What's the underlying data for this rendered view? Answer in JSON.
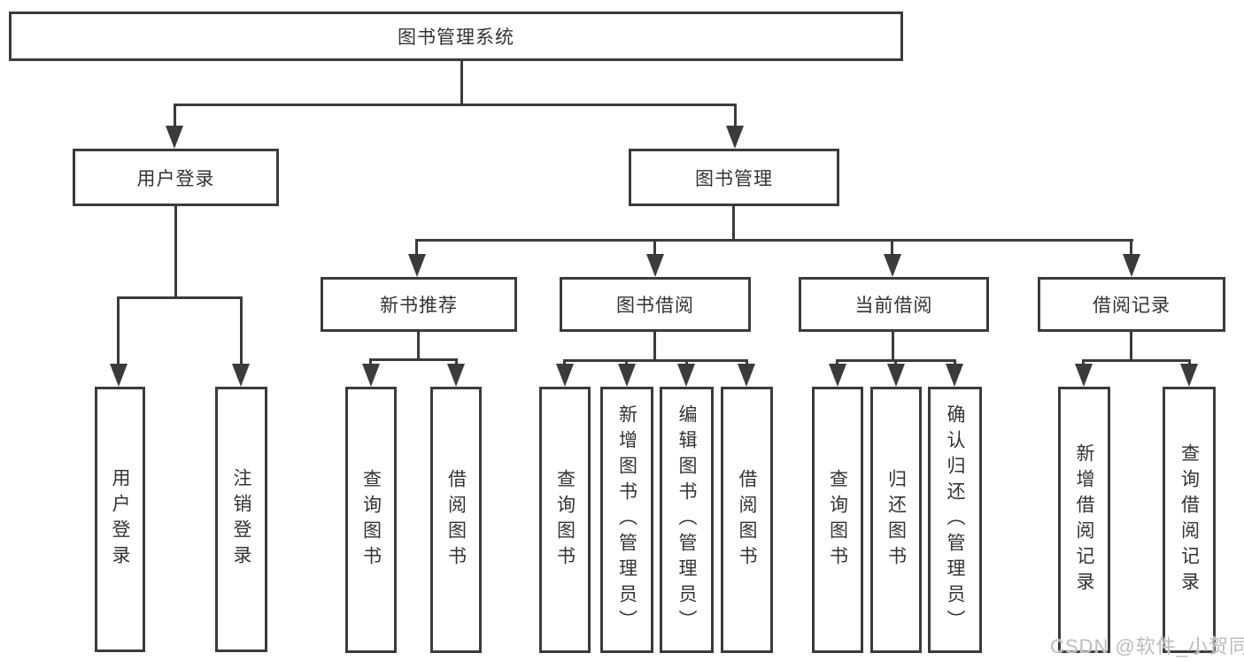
{
  "diagram_title": "图书管理系统",
  "colors": {
    "background": "#ffffff",
    "line": "#3b3b3b",
    "text": "#333333",
    "watermark": "#b9bdc0"
  },
  "tree": {
    "label": "图书管理系统",
    "children": [
      {
        "label": "用户登录",
        "children": [
          {
            "label": "用户登录"
          },
          {
            "label": "注销登录"
          }
        ]
      },
      {
        "label": "图书管理",
        "children": [
          {
            "label": "新书推荐",
            "children": [
              {
                "label": "查询图书"
              },
              {
                "label": "借阅图书"
              }
            ]
          },
          {
            "label": "图书借阅",
            "children": [
              {
                "label": "查询图书"
              },
              {
                "label": "新增图书（管理员）"
              },
              {
                "label": "编辑图书（管理员）"
              },
              {
                "label": "借阅图书"
              }
            ]
          },
          {
            "label": "当前借阅",
            "children": [
              {
                "label": "查询图书"
              },
              {
                "label": "归还图书"
              },
              {
                "label": "确认归还（管理员）"
              }
            ]
          },
          {
            "label": "借阅记录",
            "children": [
              {
                "label": "新增借阅记录"
              },
              {
                "label": "查询借阅记录"
              }
            ]
          }
        ]
      }
    ]
  },
  "watermark": {
    "text": "CSDN @软件_小贺同学"
  }
}
